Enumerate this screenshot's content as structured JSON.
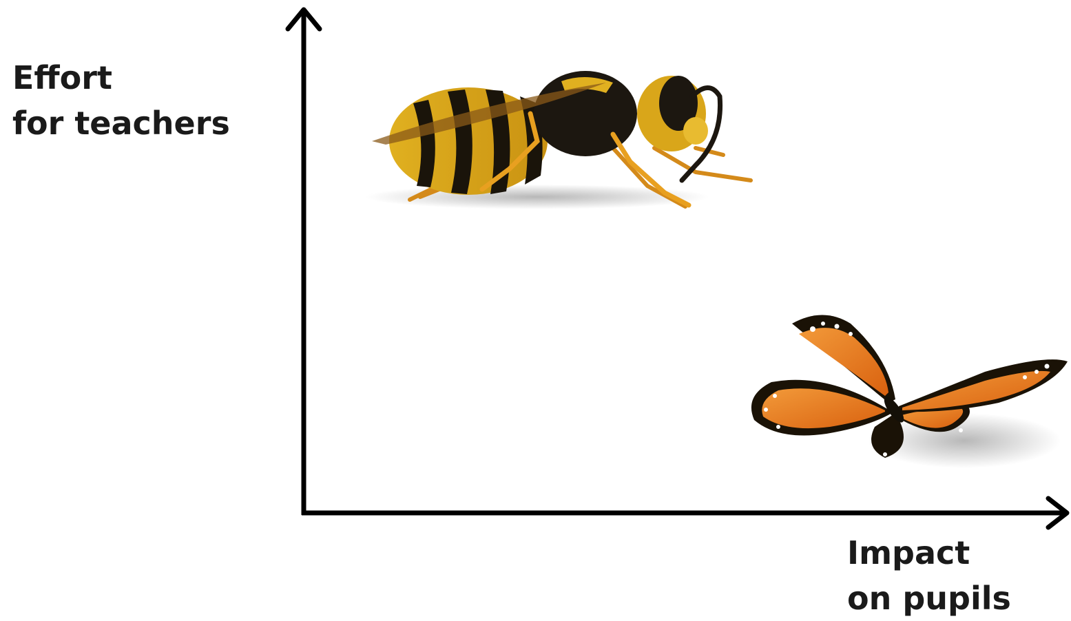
{
  "axes": {
    "y_label_lines": [
      "Effort",
      "for teachers"
    ],
    "x_label_lines": [
      "Impact",
      "on pupils"
    ]
  },
  "images": {
    "top_left_quadrant": "wasp",
    "bottom_right_quadrant": "monarch-butterfly"
  },
  "colors": {
    "axis": "#000000",
    "wasp_yellow": "#d4a017",
    "butterfly_orange": "#e8741c"
  }
}
